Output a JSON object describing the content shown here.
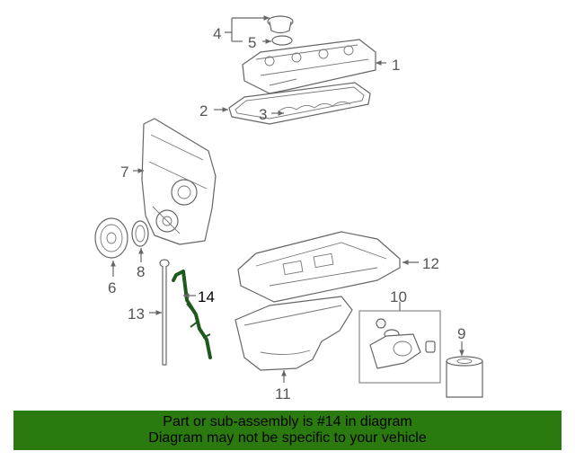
{
  "callouts": {
    "c1": "1",
    "c2": "2",
    "c3": "3",
    "c4": "4",
    "c5": "5",
    "c6": "6",
    "c7": "7",
    "c8": "8",
    "c9": "9",
    "c10": "10",
    "c11": "11",
    "c12": "12",
    "c13": "13",
    "c14": "14"
  },
  "highlight_part": "14",
  "colors": {
    "banner_bg": "#2a7a0f",
    "highlight_part": "#1e5a1e",
    "line_art": "#666666"
  },
  "banner": {
    "line1": "Part or sub-assembly is #14 in diagram",
    "line2": "Diagram may not be specific to your vehicle"
  }
}
